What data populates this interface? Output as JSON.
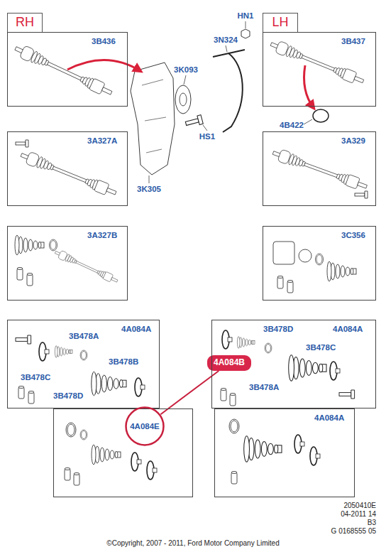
{
  "diagram": {
    "nodes": [
      {
        "text": [
          "RH"
        ]
      },
      {
        "text": [
          "LH"
        ]
      },
      {
        "text": [
          "3B436"
        ]
      },
      {
        "text": [
          "3B437"
        ]
      },
      {
        "text": [
          "3A327A"
        ]
      },
      {
        "text": [
          "3A329"
        ]
      },
      {
        "text": [
          "3A327B"
        ]
      },
      {
        "text": [
          "3C356"
        ]
      },
      {
        "text": [
          "4A084A",
          "3B478A",
          "3B478B",
          "3B478C",
          "3B478D"
        ]
      },
      {
        "text": [
          "4A084B"
        ]
      },
      {
        "text": [
          "3B478D",
          "4A084A",
          "3B478C",
          "3B478A"
        ]
      },
      {
        "text": []
      },
      {
        "text": [
          "4A084E"
        ],
        "in": 11
      },
      {
        "text": [
          "4A084A"
        ]
      }
    ],
    "edges": [
      {
        "from": 9,
        "to": 12,
        "arrow": "none"
      }
    ],
    "labels": [
      "3K093",
      "3N324",
      "HN1",
      "HS1",
      "3K305",
      "4B422",
      "2050410E",
      "04-2011 14",
      "B3",
      "G 0168555 05",
      "©Copyright, 2007 - 2011, Ford Motor Company Limited"
    ]
  }
}
